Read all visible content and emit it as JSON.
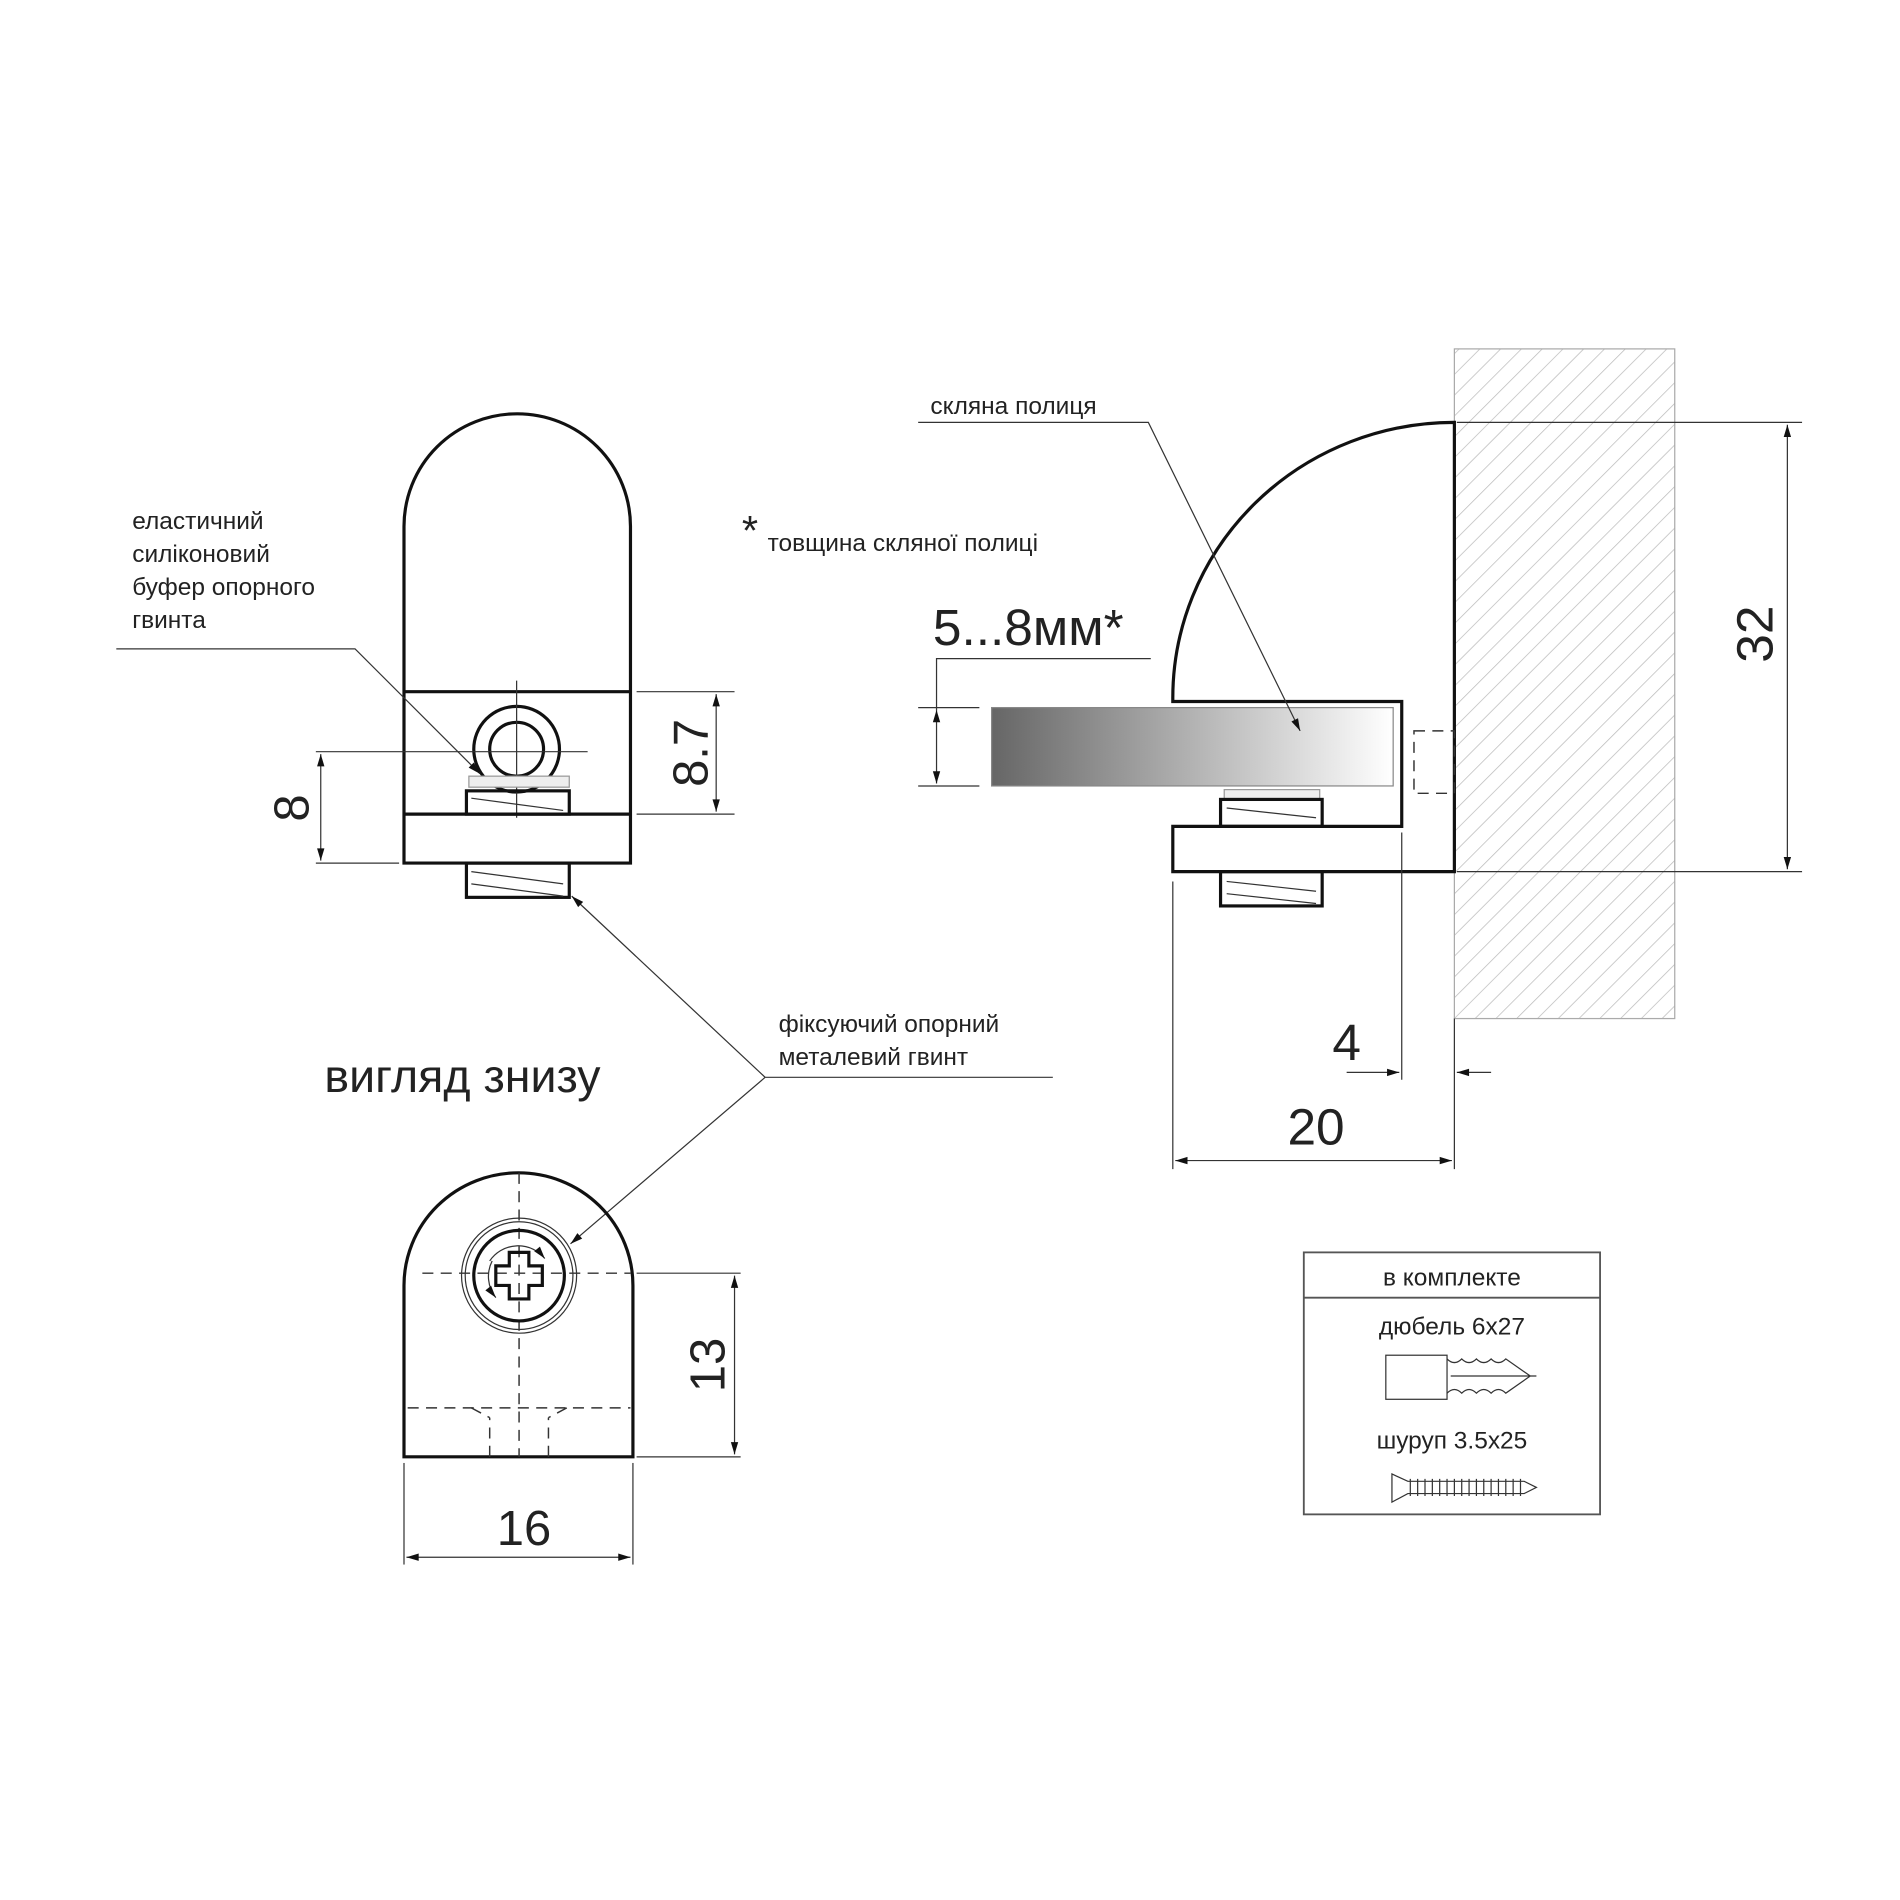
{
  "labels": {
    "buffer_line1": "еластичний",
    "buffer_line2": "силіконовий",
    "buffer_line3": "буфер опорного",
    "buffer_line4": "гвинта",
    "screw_line1": "фіксуючий опорний",
    "screw_line2": "металевий гвинт",
    "bottom_view": "вигляд знизу",
    "glass_shelf": "скляна полиця",
    "asterisk": "*",
    "glass_thickness_note": "товщина скляної полиці",
    "glass_range": "5...8мм*"
  },
  "dimensions": {
    "d8": "8",
    "d8_7": "8.7",
    "d13": "13",
    "d16": "16",
    "d32": "32",
    "d4": "4",
    "d20": "20"
  },
  "kit": {
    "title": "в комплекте",
    "dowel": "дюбель 6x27",
    "screw": "шуруп 3.5x25"
  },
  "colors": {
    "line": "#111111",
    "hatch": "#bbbbbb",
    "glass_dark": "#666666",
    "glass_light": "#ffffff"
  }
}
